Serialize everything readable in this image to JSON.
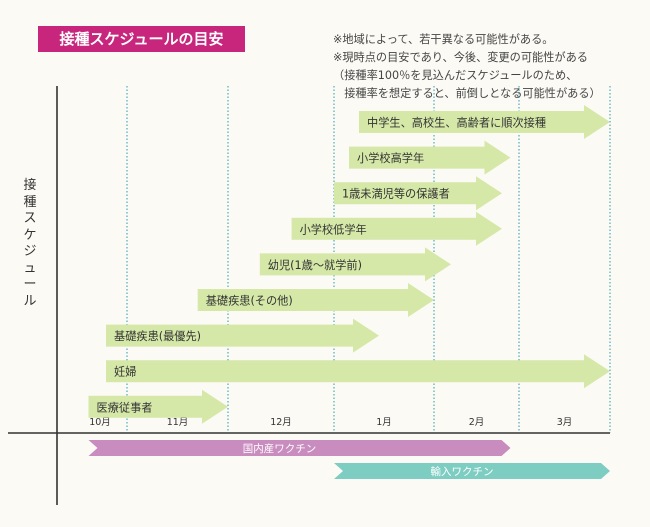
{
  "title": "接種スケジュールの目安",
  "notes": [
    "※地域によって、若干異なる可能性がある。",
    "※現時点の目安であり、今後、変更の可能性がある",
    "（接種率100％を見込んだスケジュールのため、",
    "　接種率を想定すると、前倒しとなる可能性がある）"
  ],
  "chart_data": {
    "type": "gantt",
    "ylabel": "接種スケジュール",
    "months": [
      "10月",
      "11月",
      "12月",
      "1月",
      "2月",
      "3月"
    ],
    "month_starts": [
      0,
      1,
      2,
      3,
      4,
      5
    ],
    "tasks": [
      {
        "label": "中学生、高校生、高齢者に順次接種",
        "start": 3.25,
        "end": 6.0
      },
      {
        "label": "小学校高学年",
        "start": 3.15,
        "end": 4.9
      },
      {
        "label": "1歳未満児等の保護者",
        "start": 3.0,
        "end": 4.8
      },
      {
        "label": "小学校低学年",
        "start": 2.6,
        "end": 4.8
      },
      {
        "label": "幼児(1歳〜就学前)",
        "start": 2.3,
        "end": 4.2
      },
      {
        "label": "基礎疾患(その他)",
        "start": 1.7,
        "end": 4.0
      },
      {
        "label": "基礎疾患(最優先)",
        "start": 0.7,
        "end": 3.45
      },
      {
        "label": "妊婦",
        "start": 0.7,
        "end": 6.0
      },
      {
        "label": "医療従事者",
        "start": 0.45,
        "end": 2.0
      }
    ],
    "supply": [
      {
        "label": "国内産ワクチン",
        "start": 0.45,
        "end": 4.9,
        "color": "#c98cbf"
      },
      {
        "label": "輸入ワクチン",
        "start": 3.0,
        "end": 6.0,
        "color": "#7ecdc2"
      }
    ],
    "colors": {
      "task": "#d5e8a8",
      "task_text": "#333333",
      "title_bg": "#c7267c",
      "grid": "#2a9ab0"
    }
  }
}
